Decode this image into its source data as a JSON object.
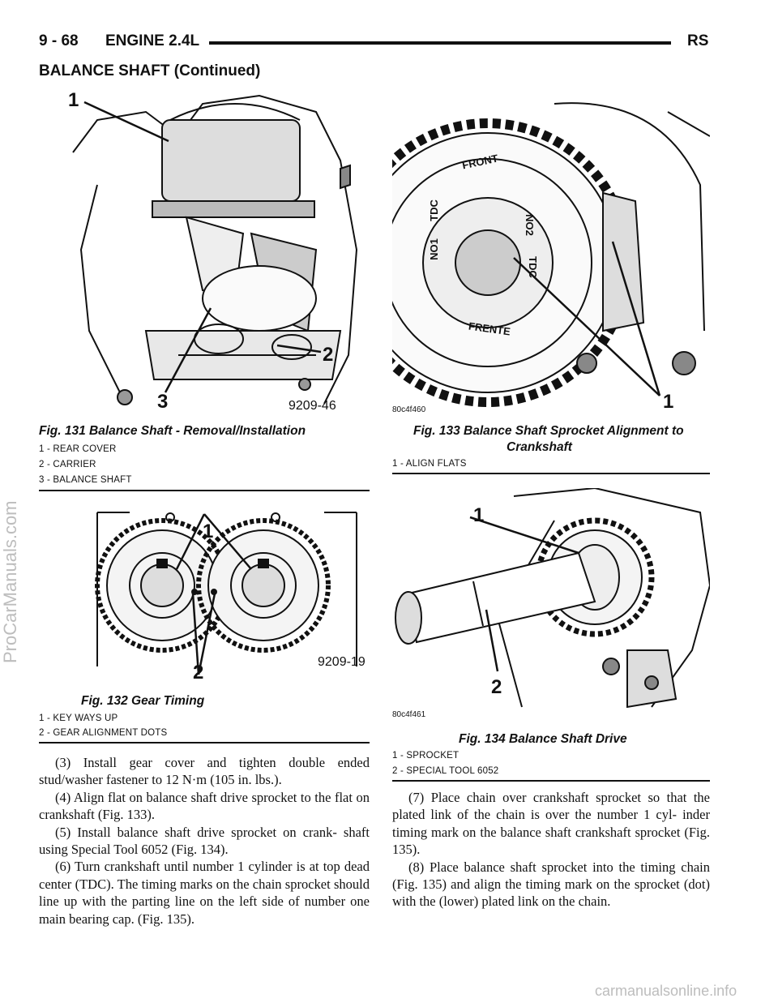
{
  "header": {
    "page_ref": "9 - 68",
    "chapter": "ENGINE 2.4L",
    "model": "RS",
    "section": "BALANCE SHAFT (Continued)"
  },
  "figures": {
    "fig131": {
      "code": "9209-46",
      "callouts": [
        "1",
        "2",
        "3"
      ],
      "caption": "Fig. 131 Balance Shaft - Removal/Installation",
      "legend": [
        "1 - REAR COVER",
        "2 - CARRIER",
        "3 - BALANCE SHAFT"
      ]
    },
    "fig132": {
      "code": "9209-19",
      "callouts": [
        "1",
        "2"
      ],
      "caption": "Fig. 132 Gear Timing",
      "legend": [
        "1 - KEY WAYS UP",
        "2 - GEAR ALIGNMENT DOTS"
      ]
    },
    "fig133": {
      "code": "80c4f460",
      "callouts": [
        "1"
      ],
      "gear_text": [
        "FRONT",
        "NO2",
        "TDC",
        "NO1",
        "TDC",
        "FRENTE"
      ],
      "caption_line1": "Fig. 133 Balance Shaft Sprocket Alignment to",
      "caption_line2": "Crankshaft",
      "legend": [
        "1 - ALIGN FLATS"
      ]
    },
    "fig134": {
      "code": "80c4f461",
      "callouts": [
        "1",
        "2"
      ],
      "caption": "Fig. 134 Balance Shaft Drive",
      "legend": [
        "1 - SPROCKET",
        "2 - SPECIAL TOOL 6052"
      ]
    }
  },
  "text_left": [
    "(3) Install gear cover and tighten double ended stud/washer fastener to 12 N·m (105 in. lbs.).",
    "(4) Align flat on balance shaft drive sprocket to the flat on crankshaft (Fig. 133).",
    "(5) Install balance shaft drive sprocket on crank- shaft using Special Tool 6052 (Fig. 134).",
    "(6) Turn crankshaft until number 1 cylinder is at top dead center (TDC). The timing marks on the chain sprocket should line up with the parting line on the left side of number one main bearing cap. (Fig. 135)."
  ],
  "text_right": [
    "(7) Place chain over crankshaft sprocket so that the plated link of the chain is over the number 1 cyl- inder timing mark on the balance shaft crankshaft sprocket (Fig. 135).",
    "(8) Place balance shaft sprocket into the timing chain (Fig. 135) and align the timing mark on the sprocket (dot) with the (lower) plated link on the chain."
  ],
  "watermarks": {
    "side": "ProCarManuals.com",
    "bottom": "carmanualsonline.info"
  }
}
